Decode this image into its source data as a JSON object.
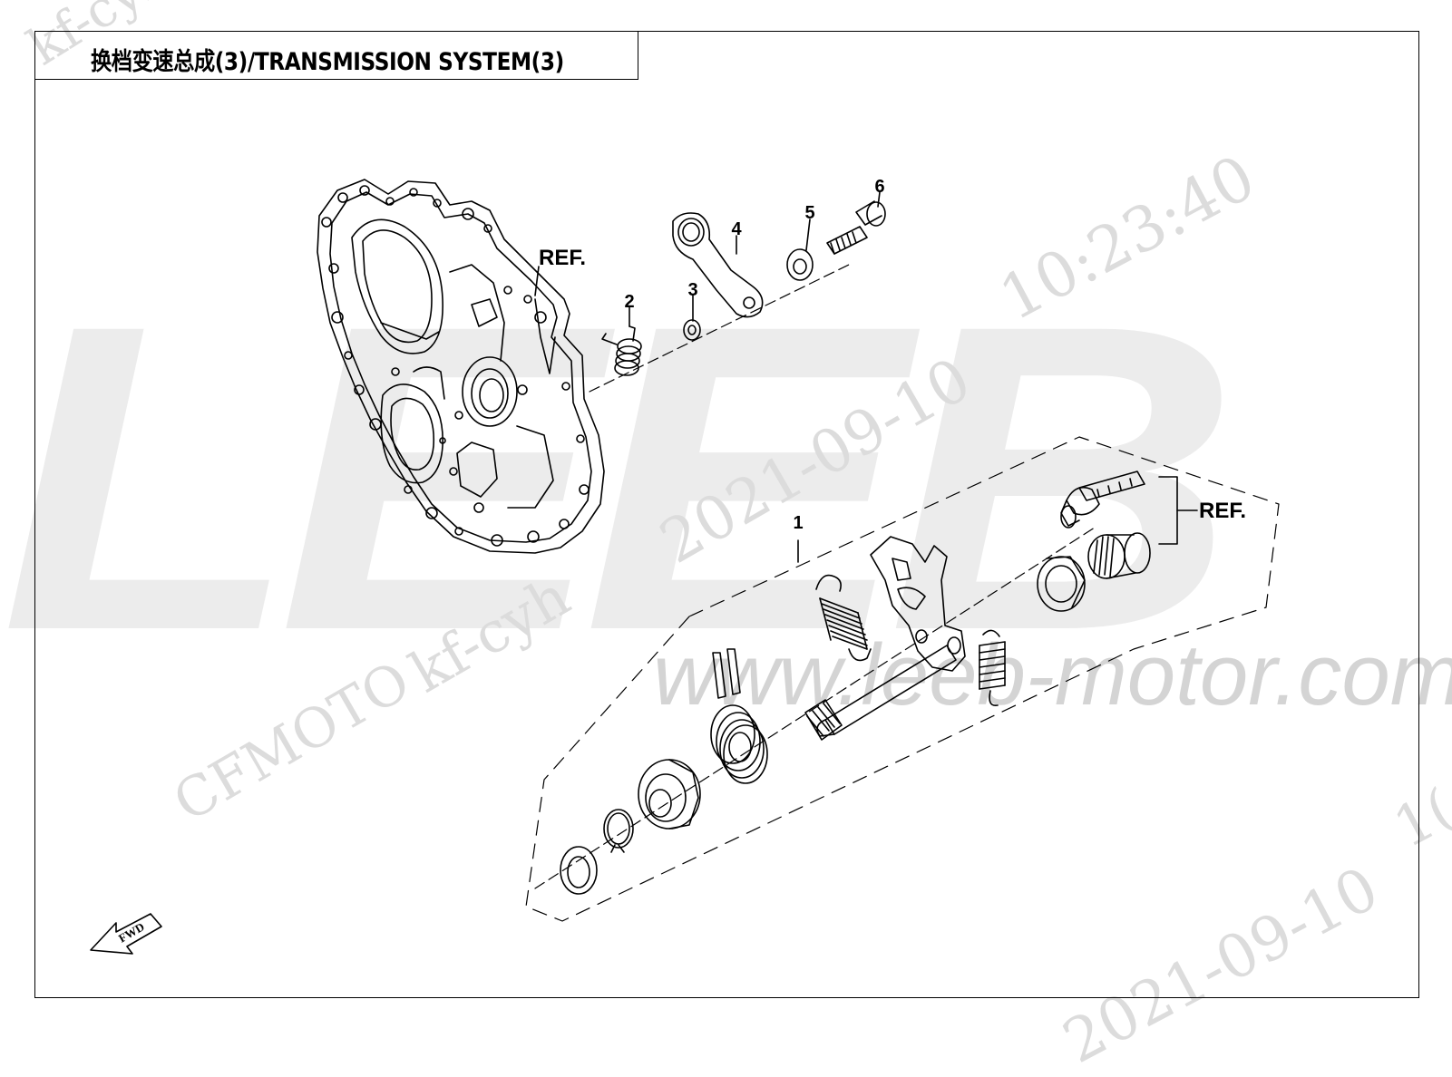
{
  "title": "换档变速总成(3)/TRANSMISSION  SYSTEM(3)",
  "watermark": {
    "logo_text": "LEEB",
    "url": "www.leeb-motor.com",
    "brand": "CFMOTO",
    "user": "kf-cyh",
    "date": "2021-09-10",
    "time": "10:23:40",
    "partial_time": "1("
  },
  "callouts": [
    {
      "id": "callout-1",
      "number": "1"
    },
    {
      "id": "callout-2",
      "number": "2"
    },
    {
      "id": "callout-3",
      "number": "3"
    },
    {
      "id": "callout-4",
      "number": "4"
    },
    {
      "id": "callout-5",
      "number": "5"
    },
    {
      "id": "callout-6",
      "number": "6"
    }
  ],
  "ref_labels": {
    "upper": "REF.",
    "right": "REF."
  },
  "fwd_label": "FWD",
  "colors": {
    "line": "#000000",
    "watermark": "#e2e2e2"
  }
}
